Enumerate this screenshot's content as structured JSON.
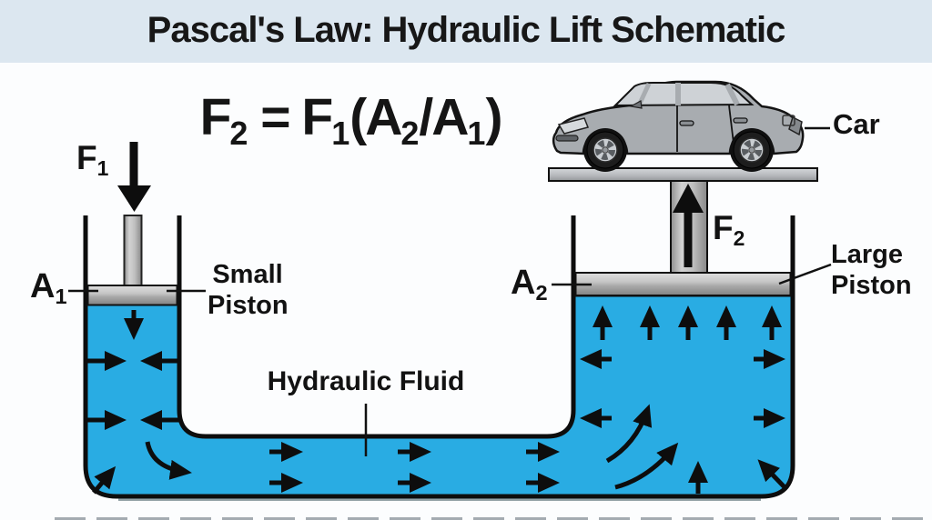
{
  "header": {
    "title": "Pascal's Law: Hydraulic Lift Schematic"
  },
  "formula": {
    "t1": "F",
    "s1": "2",
    "t2": " = F",
    "s2": "1",
    "t3": "(A",
    "s3": "2",
    "t4": "/A",
    "s4": "1",
    "t5": ")"
  },
  "labels": {
    "f1": {
      "base": "F",
      "sub": "1"
    },
    "a1": {
      "base": "A",
      "sub": "1"
    },
    "f2": {
      "base": "F",
      "sub": "2"
    },
    "a2": {
      "base": "A",
      "sub": "2"
    },
    "small_piston": {
      "line1": "Small",
      "line2": "Piston"
    },
    "large_piston": {
      "line1": "Large",
      "line2": "Piston"
    },
    "car": "Car",
    "hydraulic_fluid": "Hydraulic Fluid"
  },
  "colors": {
    "fluid": "#29ace3",
    "outline": "#0d0d0d",
    "title_bar_bg": "#dce7f0",
    "background": "#fcfdfe",
    "piston_gray": "#b8b8b8",
    "car_body": "#a8acb0",
    "glass_gray": "#ced2d6"
  }
}
